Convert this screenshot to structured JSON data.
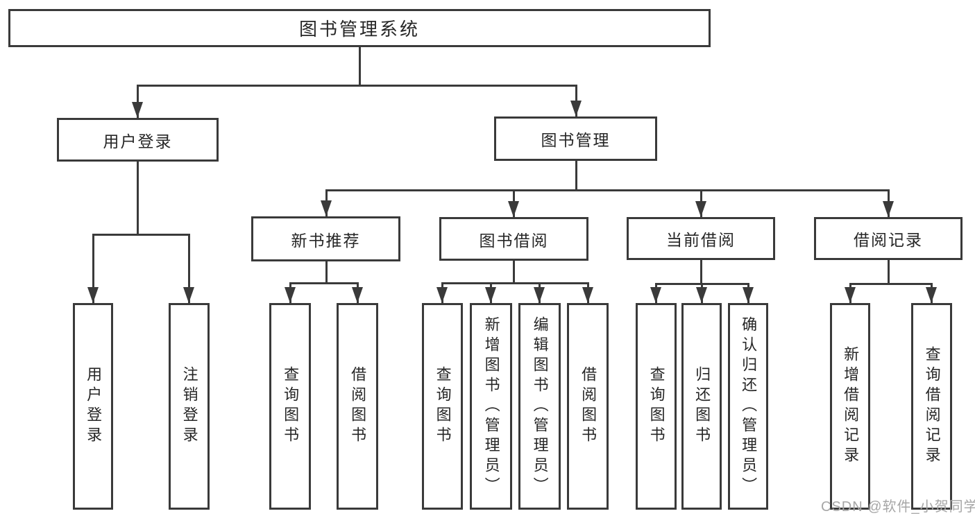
{
  "colors": {
    "line": "#3a3a3a",
    "text": "#262626",
    "box_bg": "#ffffff",
    "page_bg": "#ffffff",
    "watermark": "#a6a6a6"
  },
  "watermark": {
    "text": "CSDN @软件_小贺同学"
  },
  "tree": {
    "root": {
      "label": "图书管理系统"
    },
    "branches": [
      {
        "label": "用户登录",
        "children": [
          {
            "label": "用户登录"
          },
          {
            "label": "注销登录"
          }
        ]
      },
      {
        "label": "图书管理",
        "children": [
          {
            "label": "新书推荐",
            "children": [
              {
                "label": "查询图书"
              },
              {
                "label": "借阅图书"
              }
            ]
          },
          {
            "label": "图书借阅",
            "children": [
              {
                "label": "查询图书"
              },
              {
                "label": "新增图书（管理员）"
              },
              {
                "label": "编辑图书（管理员）"
              },
              {
                "label": "借阅图书"
              }
            ]
          },
          {
            "label": "当前借阅",
            "children": [
              {
                "label": "查询图书"
              },
              {
                "label": "归还图书"
              },
              {
                "label": "确认归还（管理员）"
              }
            ]
          },
          {
            "label": "借阅记录",
            "children": [
              {
                "label": "新增借阅记录"
              },
              {
                "label": "查询借阅记录"
              }
            ]
          }
        ]
      }
    ]
  }
}
